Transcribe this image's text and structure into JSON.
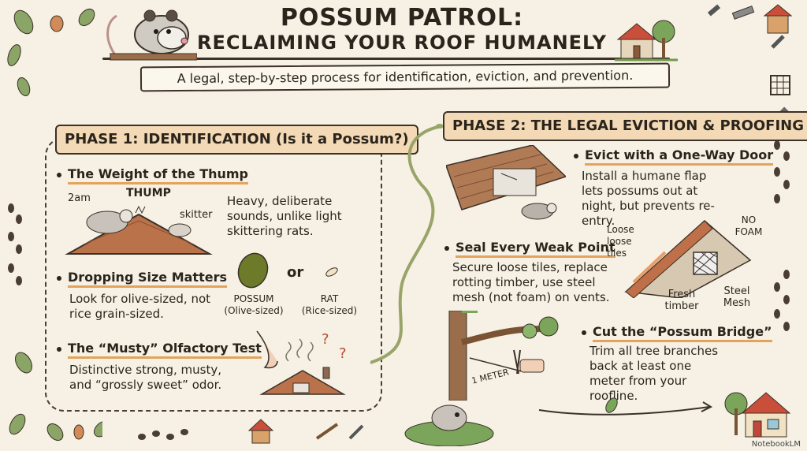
{
  "header": {
    "title_line1": "POSSUM PATROL:",
    "title_line2": "RECLAIMING YOUR ROOF HUMANELY",
    "subtitle": "A legal, step-by-step process for identification, eviction, and prevention."
  },
  "phase1": {
    "label": "PHASE 1: IDENTIFICATION (Is it a Possum?)",
    "items": [
      {
        "heading": "The Weight of the Thump",
        "body": "Heavy, deliberate sounds, unlike light skittering rats.",
        "illustration_labels": {
          "time": "2am",
          "sound1": "THUMP",
          "sound2": "skitter"
        }
      },
      {
        "heading": "Dropping Size Matters",
        "body": "Look for olive-sized, not rice grain-sized.",
        "compare": {
          "or": "or",
          "possum": "POSSUM",
          "possum_size": "(Olive-sized)",
          "rat": "RAT",
          "rat_size": "(Rice-sized)"
        }
      },
      {
        "heading": "The “Musty” Olfactory Test",
        "body": "Distinctive strong, musty, and “grossly sweet” odor."
      }
    ]
  },
  "phase2": {
    "label": "PHASE 2: THE LEGAL EVICTION & PROOFING",
    "items": [
      {
        "heading": "Evict with a One-Way Door",
        "body": "Install a humane flap lets possums out at night, but prevents re-entry."
      },
      {
        "heading": "Seal Every Weak Point",
        "body": "Secure loose tiles, replace rotting timber, use steel mesh (not foam) on vents.",
        "illustration_labels": {
          "tiles": "Loose loose tiles",
          "foam": "NO FOAM",
          "timber": "Fresh timber",
          "mesh": "Steel Mesh"
        }
      },
      {
        "heading": "Cut the “Possum Bridge”",
        "body": "Trim all tree branches back at least one meter from your roofline.",
        "illustration_labels": {
          "distance": "1 METER"
        }
      }
    ]
  },
  "footer": {
    "logo": "NotebookLM"
  },
  "colors": {
    "background": "#f6f1e4",
    "label_fill": "#f3d9b5",
    "underline": "#e3a35c",
    "ink": "#2a241c"
  }
}
